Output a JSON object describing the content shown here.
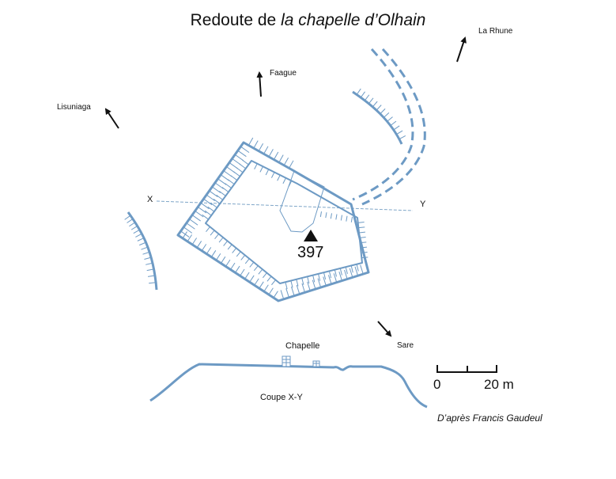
{
  "title": {
    "prefix": "Redoute de ",
    "emphasis": "la chapelle d’Olhain"
  },
  "directions": {
    "la_rhune": "La Rhune",
    "faague": "Faague",
    "lisuniaga": "Lisuniaga",
    "sare": "Sare"
  },
  "section": {
    "start": "X",
    "end": "Y",
    "caption": "Coupe X-Y"
  },
  "summit": {
    "altitude": "397"
  },
  "chapel": {
    "label": "Chapelle"
  },
  "scale": {
    "zero": "0",
    "end": "20 m"
  },
  "credit": "D’après Francis Gaudeul",
  "colors": {
    "line": "#6d9ac4",
    "ink": "#111111",
    "section_line": "#7fa6c8"
  }
}
